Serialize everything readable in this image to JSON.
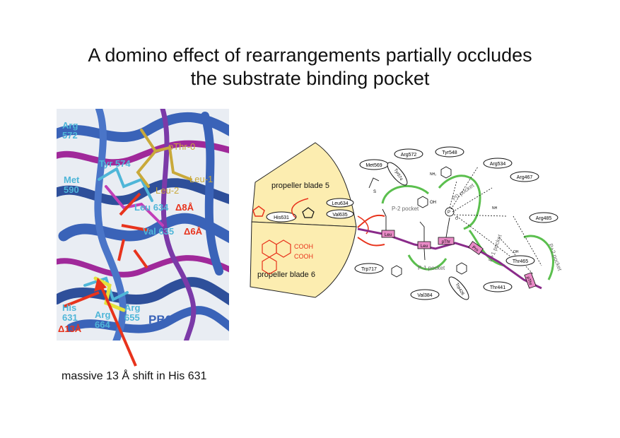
{
  "title": {
    "line1": "A domino effect of rearrangements partially occludes",
    "line2": "the substrate binding pocket"
  },
  "caption": "massive 13 Å shift in His 631",
  "structure": {
    "labels": {
      "arg572": [
        "Arg",
        "572"
      ],
      "tyr574": "Tyr 574",
      "met590": [
        "Met",
        "590"
      ],
      "pthr0": "pThr-0",
      "leu1": "Leu-1",
      "leu2": "Leu-2",
      "leu634": "Leu 634",
      "leu634_shift": "Δ8Å",
      "val635": "Val 635",
      "val635_shift": "Δ6Å",
      "his631": [
        "His",
        "631"
      ],
      "his631_shift": "Δ13Å",
      "arg664": [
        "Arg",
        "664"
      ],
      "arg655": [
        "Arg",
        "655"
      ],
      "pb6": "PB6"
    },
    "colors": {
      "blue": "#3a63b8",
      "magenta": "#a0299a",
      "cyan": "#4fb6d8",
      "gold": "#c9a93a",
      "red": "#e8331c",
      "yellow": "#e4e23a"
    }
  },
  "schematic": {
    "blade5": "propeller blade 5",
    "blade6": "propeller blade 6",
    "cooh1": "COOH",
    "cooh2": "COOH",
    "residues": {
      "met569": "Met569",
      "arg572": "Arg572",
      "tyr548": "Tyr548",
      "arg534": "Arg534",
      "arg467": "Arg467",
      "arg485": "Arg485",
      "leu634": "Leu634",
      "val635": "Val635",
      "his631": "His631",
      "trp717": "Trp717",
      "val384": "Val384",
      "trp426": "Trp426",
      "thr441": "Thr441",
      "thr465": "Thr465",
      "tyr574": "Tyr574"
    },
    "pockets": {
      "p2": "P-2 pocket",
      "p0": "P0 pocket",
      "p1": "P-1 pocket",
      "pplus1": "P+1 pocket",
      "pplus2": "P+2 pocket"
    },
    "peptide": {
      "leu_a": "Leu",
      "leu_b": "Leu",
      "pthr": "pThr",
      "pro": "Pro",
      "pthr2": "pThr"
    },
    "atoms": {
      "s": "S",
      "oh": "OH",
      "nh2": "NH₂",
      "nh": "NH",
      "p": "P",
      "o": "O"
    },
    "colors": {
      "blade": "#fcedb0",
      "pocket": "#5bbf4e",
      "peptide": "#8a2b8a",
      "box": "#e98ac6",
      "arrow": "#e8331c"
    }
  }
}
